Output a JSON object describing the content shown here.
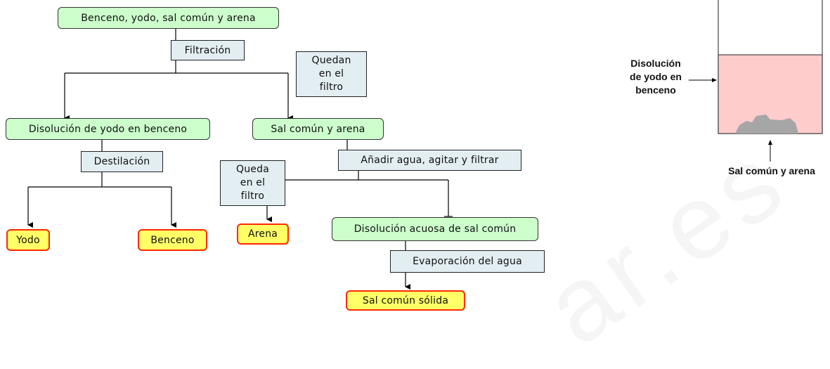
{
  "flow": {
    "start": "Benceno, yodo, sal común y arena",
    "step_filtracion": "Filtración",
    "note_quedan": "Quedan\nen el\nfiltro",
    "disolucion_yodo": "Disolución de yodo en benceno",
    "sal_arena": "Sal común y arena",
    "step_destilacion": "Destilación",
    "step_agua": "Añadir agua, agitar y filtrar",
    "note_queda": "Queda\nen el\nfiltro",
    "yodo": "Yodo",
    "benceno": "Benceno",
    "arena": "Arena",
    "disolucion_sal": "Disolución acuosa de sal común",
    "step_evaporacion": "Evaporación del agua",
    "sal_solida": "Sal común sólida"
  },
  "illustration": {
    "label_disolucion": "Disolución\nde yodo en\nbenceno",
    "label_sal": "Sal común y arena",
    "liquid_color": "#ffcccc",
    "sediment_color": "#a6a6a6"
  },
  "watermark": "ar.es"
}
